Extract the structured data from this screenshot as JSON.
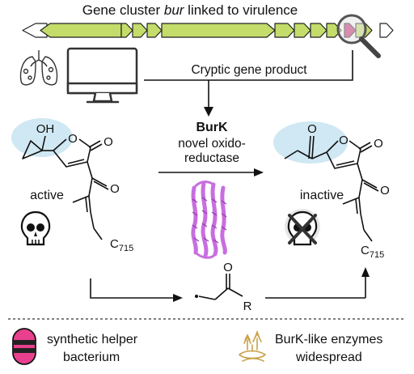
{
  "header": {
    "title_prefix": "Gene cluster ",
    "title_italic": "bur",
    "title_suffix": " linked to virulence"
  },
  "gene_cluster": {
    "highlight_color": "#c8206e",
    "gene_color": "#c3dc6a"
  },
  "pipeline": {
    "cryptic_label": "Cryptic gene product"
  },
  "enzyme": {
    "name": "BurK",
    "desc_line1": "novel oxido-",
    "desc_line2": "reductase",
    "color": "#c86ee0"
  },
  "left_molecule": {
    "oh_label": "OH",
    "ring_o": "O",
    "carbonyl_o1": "O",
    "carbonyl_o2": "O",
    "chain_label": "C",
    "chain_sub1": "7",
    "chain_sub2": "15",
    "state_label": "active"
  },
  "right_molecule": {
    "ring_o": "O",
    "carbonyl_o1": "O",
    "carbonyl_o2": "O",
    "carbonyl_o3": "O",
    "chain_label": "C",
    "chain_sub1": "7",
    "chain_sub2": "15",
    "state_label": "inactive"
  },
  "intermediate": {
    "o_label": "O",
    "r_label": "R"
  },
  "footer": {
    "left_line1": "synthetic helper",
    "left_line2": "bacterium",
    "right_line1": "BurK-like enzymes",
    "right_line2": "widespread",
    "bacterium_color": "#e8408e",
    "soil_color": "#c9a24a"
  },
  "colors": {
    "highlight_blob": "#cfe8f3"
  }
}
